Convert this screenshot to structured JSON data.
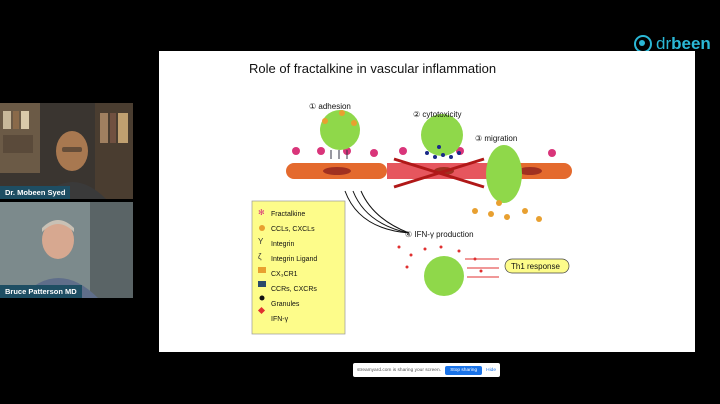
{
  "brand": {
    "part1": "dr",
    "part2": "been"
  },
  "participants": [
    {
      "name": "Dr. Mobeen Syed"
    },
    {
      "name": "Bruce Patterson MD"
    }
  ],
  "slide": {
    "title": "Role of fractalkine in vascular inflammation",
    "steps": {
      "adhesion": "① adhesion",
      "cytotoxicity": "② cytotoxicity",
      "migration": "③ migration",
      "ifn": "④ IFN-γ production"
    },
    "th1": "Th1 response",
    "legend": [
      "Fractalkine",
      "CCLs, CXCLs",
      "Integrin",
      "Integrin Ligand",
      "CX₃CR1",
      "CCRs, CXCRs",
      "Granules",
      "IFN-γ"
    ]
  },
  "share_bar": {
    "message": "streamyard.com is sharing your screen.",
    "stop_label": "Stop sharing",
    "hide_label": "Hide"
  },
  "colors": {
    "brand": "#2bb8d6",
    "name_tag": "#1e4e63",
    "legend_bg": "#fdfc8a",
    "vessel": "#e46a2e",
    "cell": "#8fd84a"
  }
}
